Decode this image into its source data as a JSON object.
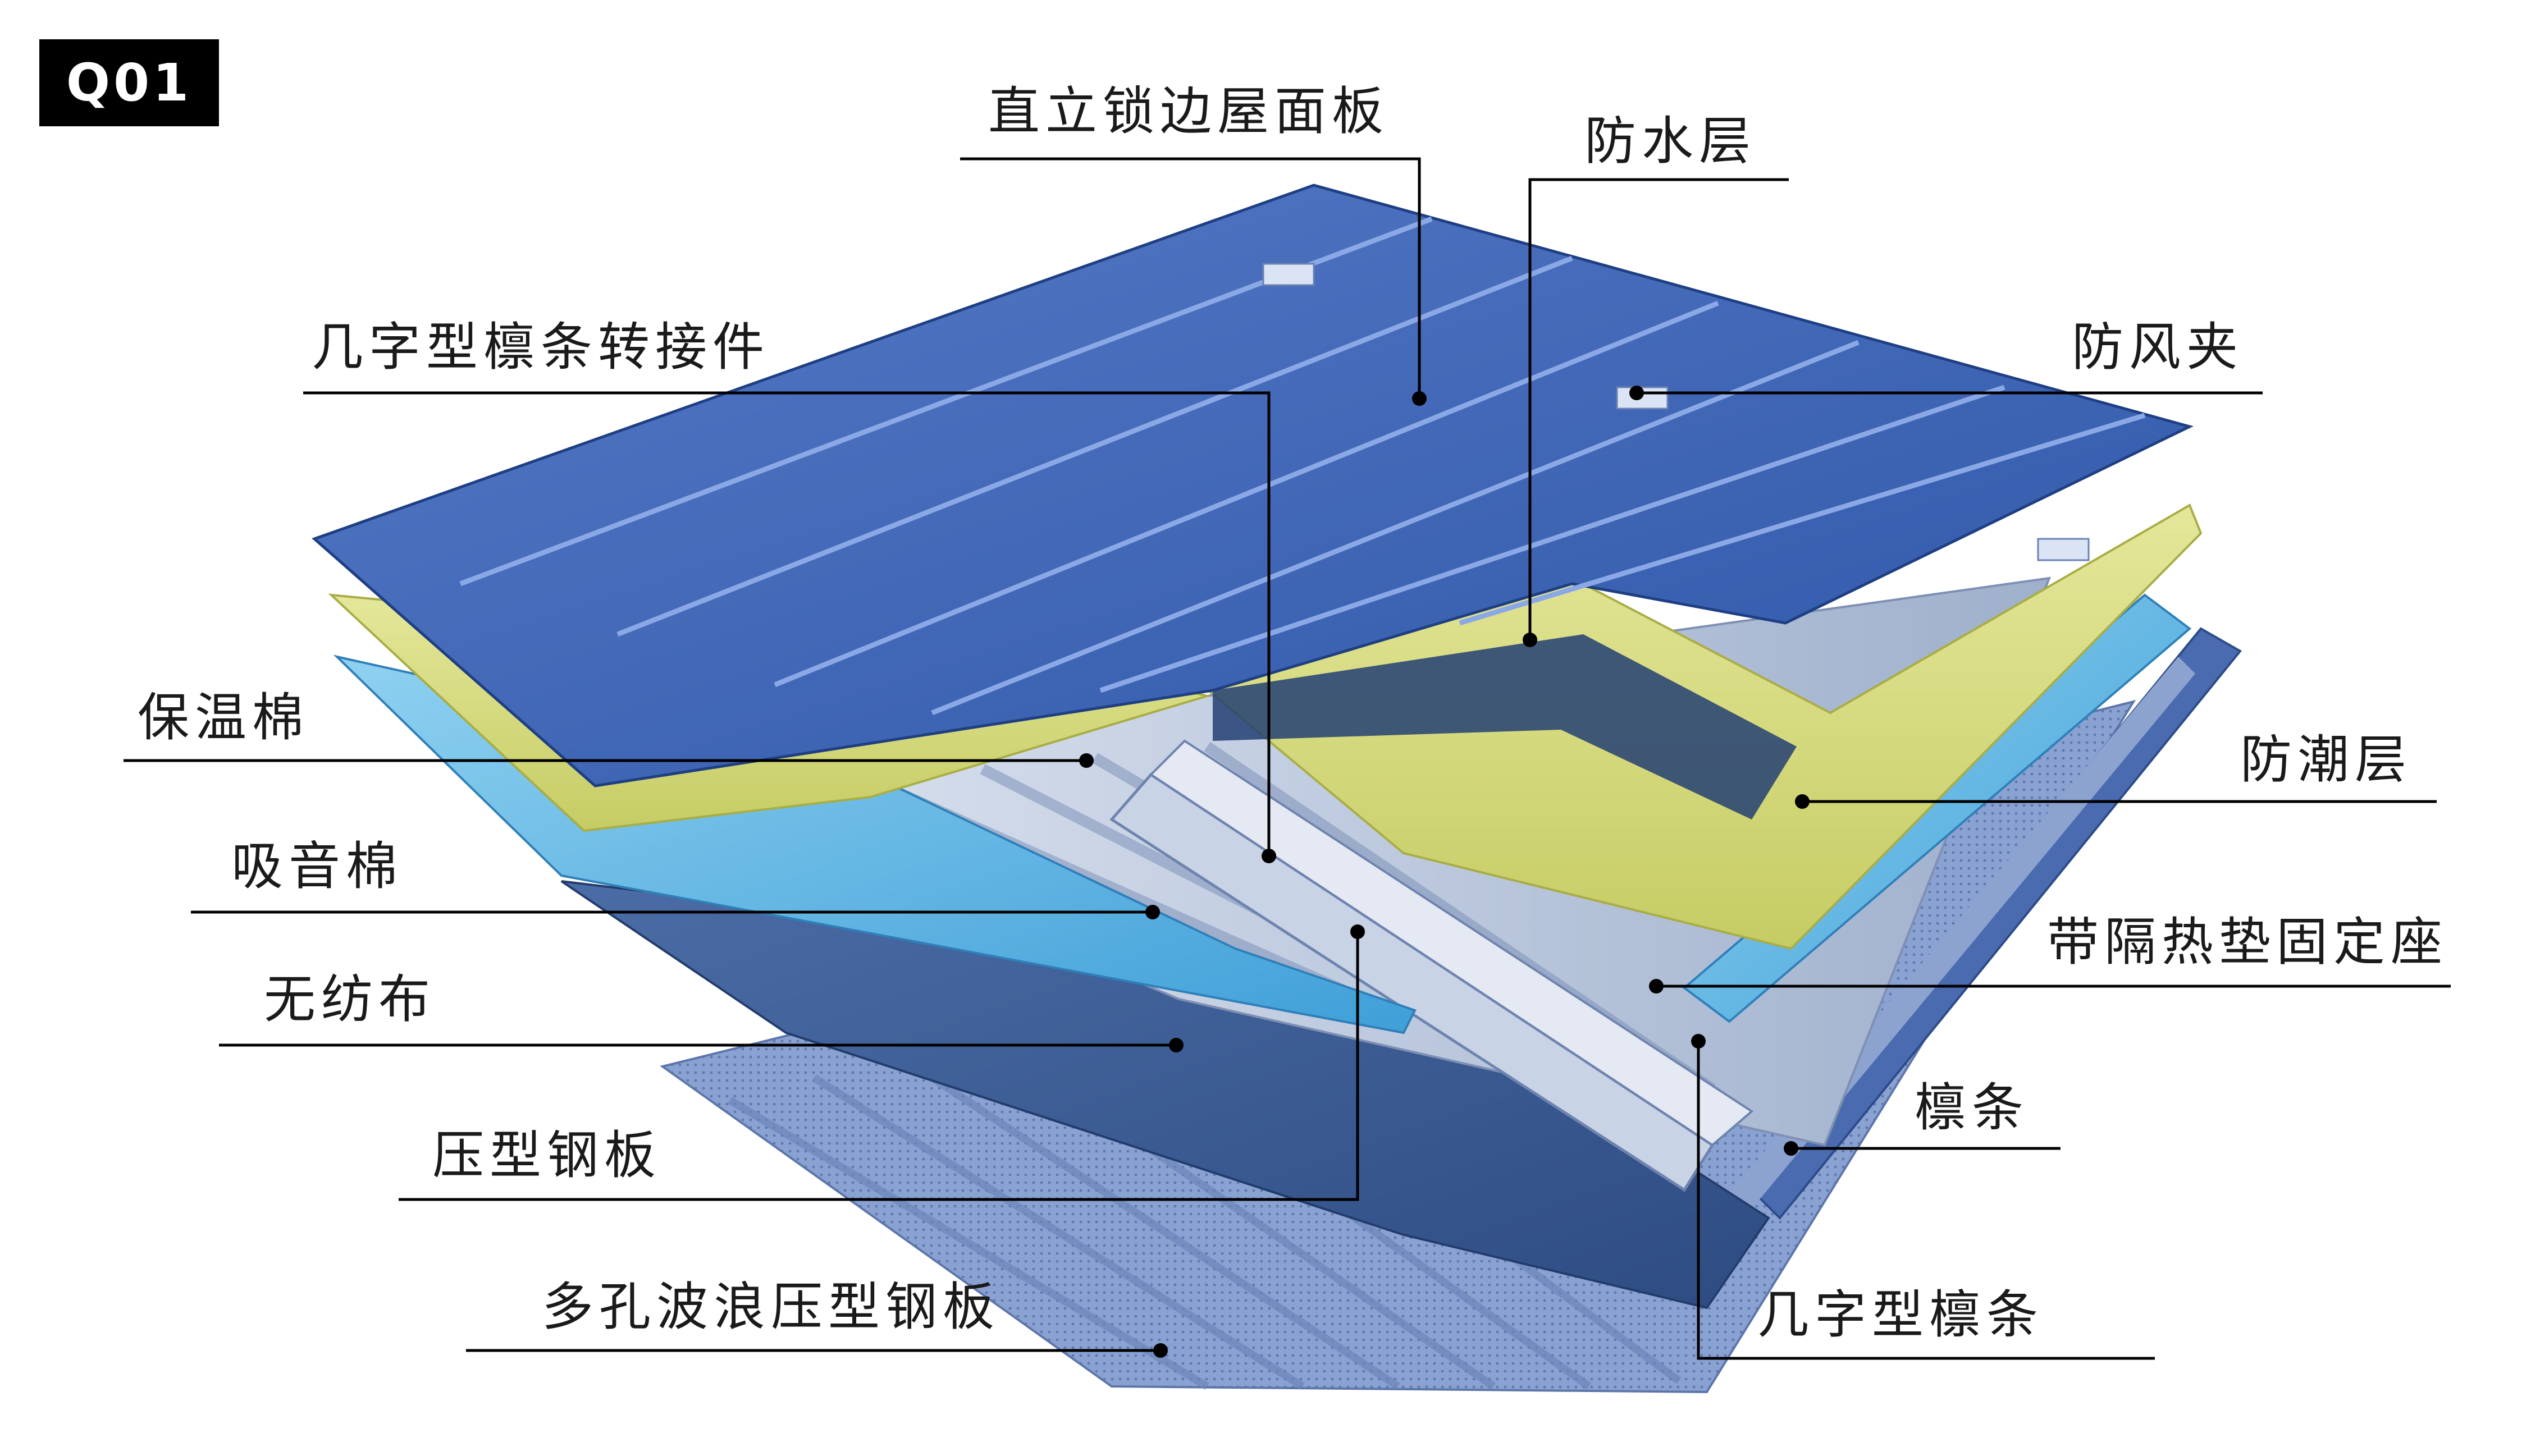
{
  "badge": {
    "text": "Q01"
  },
  "labels": {
    "standing_seam_panel": "直立锁边屋面板",
    "waterproof_layer": "防水层",
    "omega_purlin_adapter": "几字型檩条转接件",
    "wind_clip": "防风夹",
    "insulation_wool": "保温棉",
    "vapor_barrier": "防潮层",
    "acoustic_wool": "吸音棉",
    "thermal_pad_bracket": "带隔热垫固定座",
    "nonwoven_fabric": "无纺布",
    "purlin": "檩条",
    "profiled_steel_sheet": "压型钢板",
    "omega_purlin": "几字型檩条",
    "perforated_corrugated_sheet": "多孔波浪压型钢板"
  },
  "colors": {
    "roof_panel": "#3e64b4",
    "insulation": "#d6dc7a",
    "acoustic": "#5fb7e3",
    "nonwoven": "#3f5f96",
    "perforated_sheet": "#7d97cb",
    "steel": "#b9c6dc",
    "leader": "#000000"
  }
}
